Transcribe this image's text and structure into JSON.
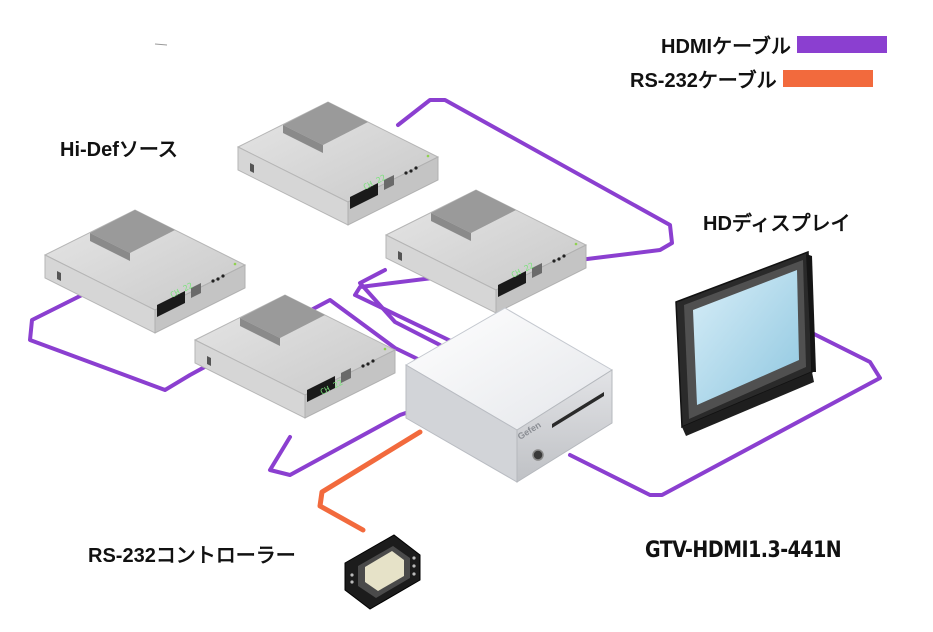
{
  "legend": {
    "hdmi_label": "HDMIケーブル",
    "hdmi_color": "#8b3fd0",
    "rs232_label": "RS-232ケーブル",
    "rs232_color": "#f26a3d"
  },
  "labels": {
    "sources": "Hi-Defソース",
    "display": "HDディスプレイ",
    "controller": "RS-232コントローラー",
    "model": "GTV-HDMI1.3-441N"
  },
  "devices": {
    "source_display_text": "CH 22",
    "switch_brand": "Gefen"
  },
  "icons": {
    "source": "settop-box-icon",
    "switch": "hdmi-switcher-icon",
    "display": "flat-panel-display-icon",
    "controller": "touch-panel-remote-icon"
  }
}
